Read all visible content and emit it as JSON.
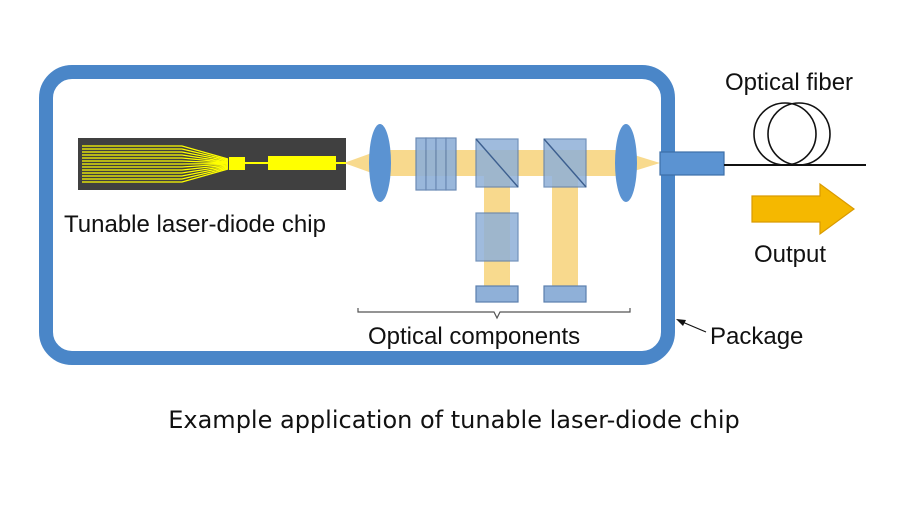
{
  "labels": {
    "chip": "Tunable laser-diode chip",
    "optical_components": "Optical components",
    "package": "Package",
    "optical_fiber": "Optical fiber",
    "output": "Output"
  },
  "caption": "Example application of tunable laser-diode chip",
  "colors": {
    "package_border": "#4a86c8",
    "chip_bg": "#404040",
    "waveguide": "#ffff00",
    "beam": "#f7d37a",
    "component": "#8fb0d8",
    "lens": "#5b93d2",
    "arrow": "#f5b800"
  },
  "icons": {
    "output_arrow": "right-arrow-icon",
    "fiber_coil": "fiber-coil-icon"
  }
}
